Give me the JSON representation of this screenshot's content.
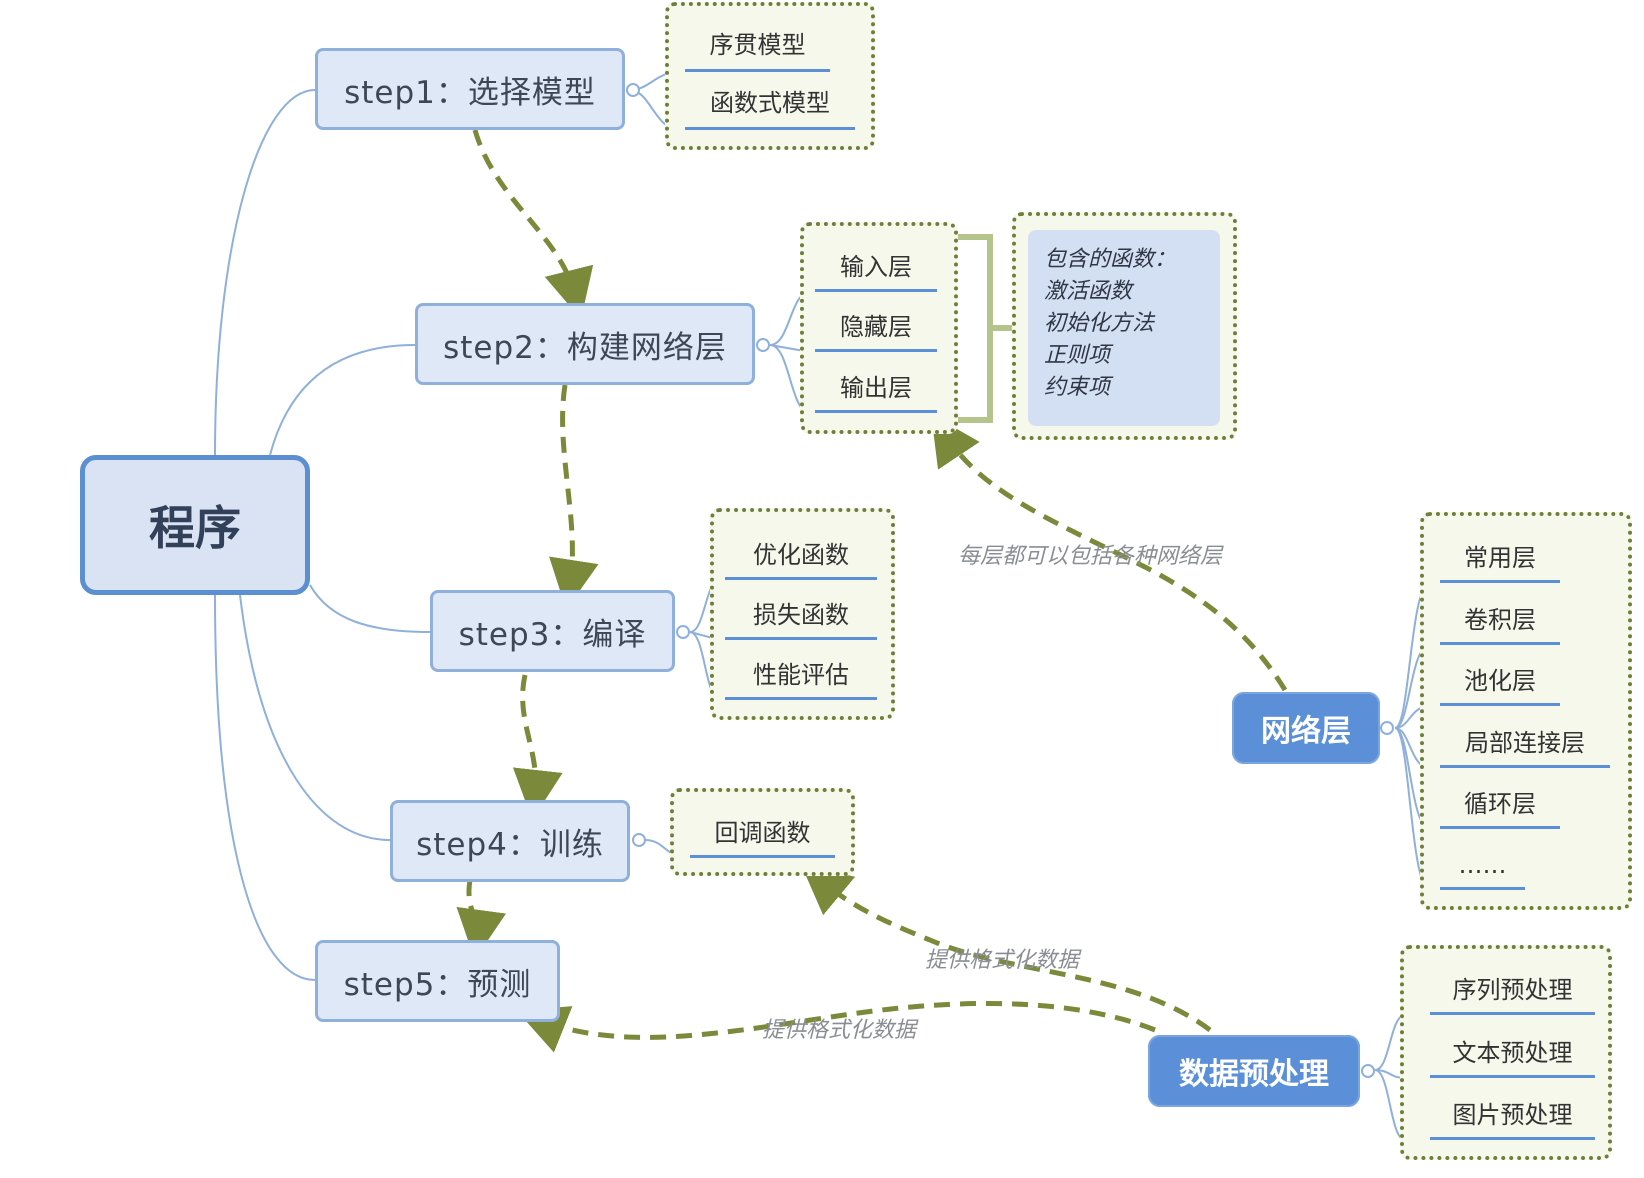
{
  "root": {
    "label": "程序"
  },
  "steps": [
    {
      "label": "step1：选择模型"
    },
    {
      "label": "step2：构建网络层"
    },
    {
      "label": "step3：编译"
    },
    {
      "label": "step4：训练"
    },
    {
      "label": "step5：预测"
    }
  ],
  "step1_children": [
    "序贯模型",
    "函数式模型"
  ],
  "step2_children": [
    "输入层",
    "隐藏层",
    "输出层"
  ],
  "step2_note": [
    "包含的函数：",
    "激活函数",
    "初始化方法",
    "正则项",
    "约束项"
  ],
  "step3_children": [
    "优化函数",
    "损失函数",
    "性能评估"
  ],
  "step4_children": [
    "回调函数"
  ],
  "network_layer": {
    "label": "网络层",
    "children": [
      "常用层",
      "卷积层",
      "池化层",
      "局部连接层",
      "循环层",
      "……"
    ],
    "link_label": "每层都可以包括各种网络层"
  },
  "data_preprocess": {
    "label": "数据预处理",
    "children": [
      "序列预处理",
      "文本预处理",
      "图片预处理"
    ],
    "link_label_to_step4": "提供格式化数据",
    "link_label_to_step5": "提供格式化数据"
  },
  "colors": {
    "accent": "#5b8fd8",
    "dashed_arrow": "#7a8a3a",
    "group_border": "#6d7f3a"
  }
}
